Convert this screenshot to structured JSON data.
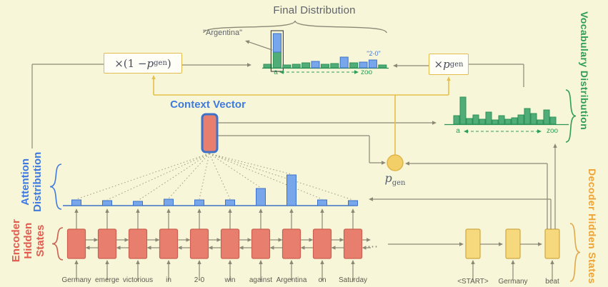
{
  "colors": {
    "background": "#f8f6d9",
    "wire": "#8b8976",
    "yellow_wire": "#e6c04a",
    "blue_fill": "#78a6ea",
    "blue_stroke": "#3e72c8",
    "green_fill": "#50ad78",
    "green_stroke": "#2c9257",
    "encoder_fill": "#e87f6e",
    "encoder_stroke": "#cc5f50",
    "decoder_fill": "#f6d87d",
    "decoder_stroke": "#cfa845",
    "pgen_fill": "#f3cf67",
    "pgen_stroke": "#dfb54b",
    "highlight_box": "#3c3c3c",
    "dotted_line": "#a39f87",
    "accent_blue": "#3e7ae0",
    "accent_green": "#2f9e55",
    "accent_red": "#e15b4e",
    "accent_orange": "#eca438",
    "decoder_brace": "#dfa94a"
  },
  "labels": {
    "context_vector": "Context Vector",
    "ellipsis": "⋯"
  },
  "math": {
    "copy_factor": {
      "pre": "×(1 − ",
      "p": "p",
      "sub": "gen",
      "post": ")"
    },
    "gen_factor": {
      "pre": "×",
      "p": "p",
      "sub": "gen"
    },
    "pgen": {
      "p": "p",
      "sub": "gen"
    }
  },
  "encoder": {
    "label_lines": [
      "Encoder",
      "Hidden",
      "States"
    ]
  },
  "decoder": {
    "label": "Decoder Hidden States",
    "words": [
      "<START>",
      "Germany",
      "beat"
    ]
  },
  "chart_data": [
    {
      "id": "final_distribution",
      "type": "bar",
      "title": "Final Distribution",
      "x_axis": {
        "left": "a",
        "right": "zoo"
      },
      "bars": [
        {
          "color": "green",
          "value": 5
        },
        {
          "color": "stacked",
          "green": 22,
          "blue": 26,
          "highlighted": true,
          "annotation": "\"Argentina\""
        },
        {
          "color": "green",
          "value": 4
        },
        {
          "color": "green",
          "value": 5
        },
        {
          "color": "green",
          "value": 7
        },
        {
          "color": "blue",
          "value": 9
        },
        {
          "color": "green",
          "value": 5
        },
        {
          "color": "green",
          "value": 6
        },
        {
          "color": "blue",
          "value": 15
        },
        {
          "color": "green",
          "value": 7
        },
        {
          "color": "blue",
          "value": 8
        },
        {
          "color": "blue",
          "value": 11,
          "annotation": "\"2-0\""
        },
        {
          "color": "green",
          "value": 4
        }
      ]
    },
    {
      "id": "vocabulary_distribution",
      "type": "bar",
      "label": "Vocabulary Distribution",
      "x_axis": {
        "left": "a",
        "right": "zoo"
      },
      "values": [
        12,
        38,
        8,
        13,
        7,
        17,
        6,
        12,
        7,
        9,
        13,
        22,
        15,
        6,
        20,
        10
      ]
    },
    {
      "id": "attention_distribution",
      "type": "bar",
      "label_lines": [
        "Attention",
        "Distribution"
      ],
      "categories": [
        "Germany",
        "emerge",
        "victorious",
        "in",
        "2-0",
        "win",
        "against",
        "Argentina",
        "on",
        "Saturday"
      ],
      "values": [
        8,
        7,
        6,
        9,
        8,
        8,
        24,
        43,
        8,
        7
      ]
    }
  ]
}
